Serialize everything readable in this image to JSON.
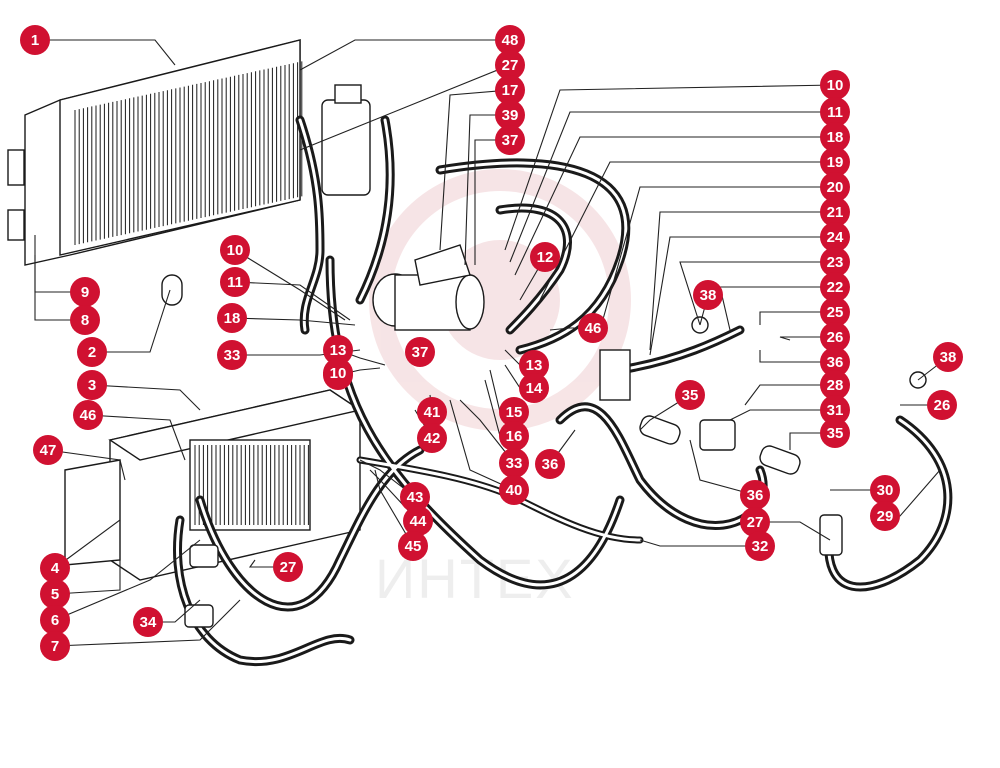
{
  "watermark": {
    "text": "ИНТЕХ",
    "color": "#e8b4b8"
  },
  "colors": {
    "callout": "#d01131",
    "line": "#1a1a1a"
  },
  "callouts": [
    "1",
    "48",
    "27",
    "17",
    "39",
    "37",
    "10",
    "11",
    "18",
    "19",
    "20",
    "21",
    "24",
    "23",
    "22",
    "25",
    "26",
    "36",
    "28",
    "31",
    "35",
    "38",
    "38",
    "26",
    "30",
    "29",
    "36",
    "27",
    "32",
    "10",
    "11",
    "18",
    "33",
    "13",
    "37",
    "10",
    "12",
    "46",
    "13",
    "14",
    "15",
    "16",
    "33",
    "36",
    "35",
    "40",
    "41",
    "42",
    "43",
    "44",
    "45",
    "9",
    "8",
    "2",
    "3",
    "46",
    "47",
    "4",
    "5",
    "6",
    "7",
    "34",
    "27",
    "10"
  ]
}
